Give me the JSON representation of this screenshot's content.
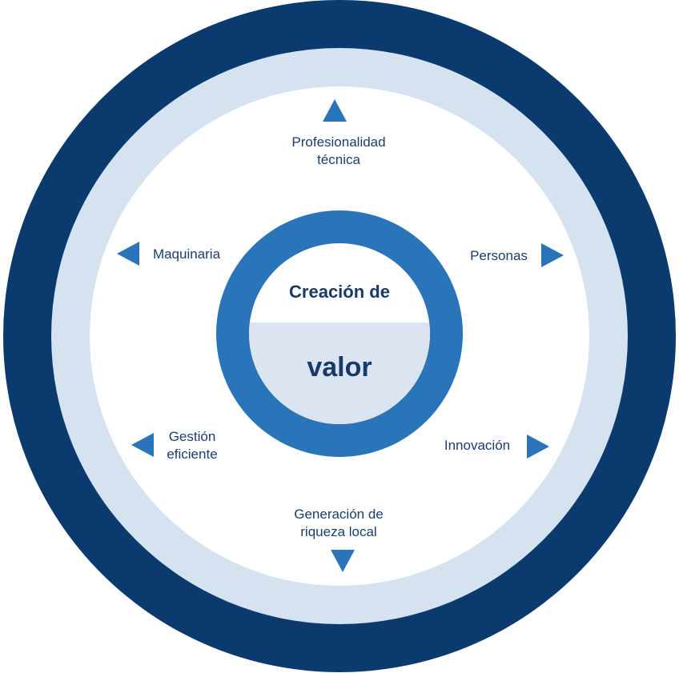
{
  "colors": {
    "outer_ring": "#0b3a6e",
    "middle_ring": "#d5e3f0",
    "inner_ring": "#2a75b9",
    "center_lower": "#dce4f2",
    "arrow": "#2a75b9",
    "text": "#1a3e6e"
  },
  "center": {
    "line1": "Creación de",
    "line2": "valor"
  },
  "items": {
    "top": {
      "line1": "Profesionalidad",
      "line2": "técnica",
      "arrow": "arrow-up-icon"
    },
    "upper_left": {
      "line1": "Maquinaria",
      "arrow": "arrow-left-icon"
    },
    "upper_right": {
      "line1": "Personas",
      "arrow": "arrow-right-icon"
    },
    "lower_left": {
      "line1": "Gestión",
      "line2": "eficiente",
      "arrow": "arrow-left-icon"
    },
    "lower_right": {
      "line1": "Innovación",
      "arrow": "arrow-right-icon"
    },
    "bottom": {
      "line1": "Generación de",
      "line2": "riqueza local",
      "arrow": "arrow-down-icon"
    }
  }
}
